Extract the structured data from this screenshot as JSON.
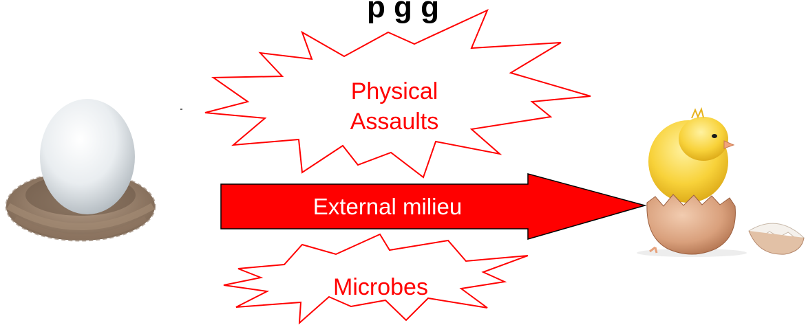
{
  "title": "p                                    g      g",
  "labels": {
    "physical_assaults_line1": "Physical",
    "physical_assaults_line2": "Assaults",
    "microbes": "Microbes",
    "arrow_text": "External milieu"
  },
  "colors": {
    "burst_stroke": "#ff0000",
    "label_text": "#ff0000",
    "arrow_fill": "#ff0000",
    "arrow_stroke": "#000000",
    "arrow_text": "#ffffff"
  },
  "images": {
    "left": "egg-in-nest",
    "right": "chick-hatching-from-egg"
  }
}
